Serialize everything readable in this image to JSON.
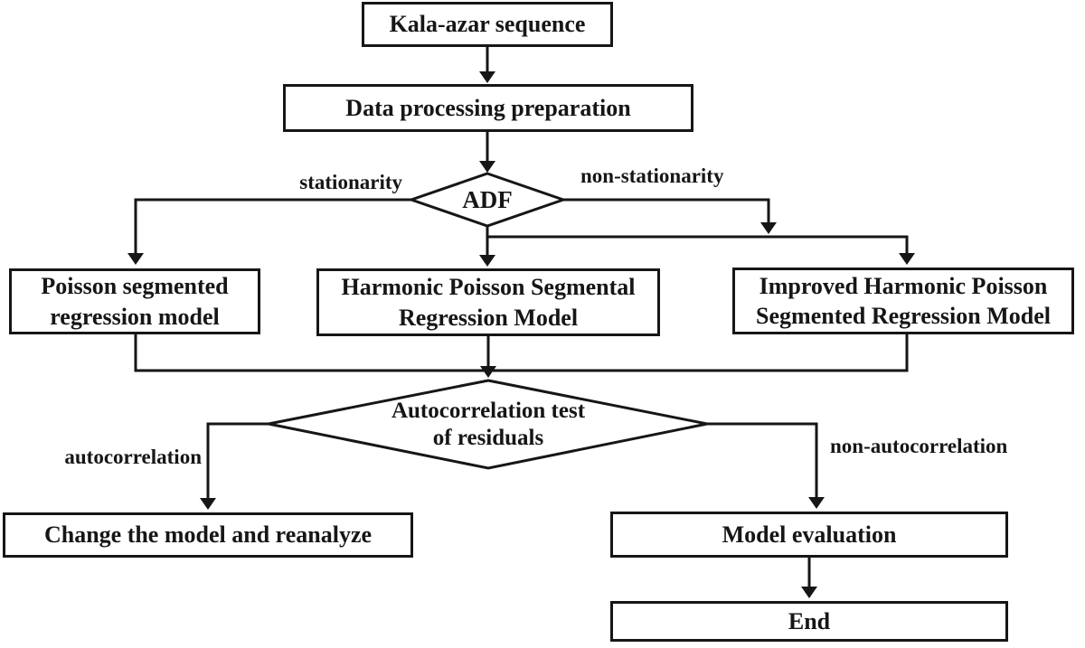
{
  "diagram": {
    "title_hint": "Kala-azar modeling flowchart",
    "colors": {
      "stroke": "#161616",
      "background": "#ffffff",
      "text": "#161616"
    },
    "nodes": {
      "kala_azar": {
        "shape": "rect",
        "label": "Kala-azar sequence"
      },
      "data_processing": {
        "shape": "rect",
        "label": "Data processing preparation"
      },
      "adf": {
        "shape": "diamond",
        "label": "ADF"
      },
      "poisson_segmented": {
        "shape": "rect",
        "lines": [
          "Poisson segmented",
          "regression model"
        ]
      },
      "harmonic_poisson": {
        "shape": "rect",
        "lines": [
          "Harmonic Poisson Segmental",
          "Regression Model"
        ]
      },
      "improved_harmonic": {
        "shape": "rect",
        "lines": [
          "Improved Harmonic Poisson",
          "Segmented Regression Model"
        ]
      },
      "autocorrelation_test": {
        "shape": "diamond",
        "lines": [
          "Autocorrelation test",
          "of residuals"
        ]
      },
      "change_model": {
        "shape": "rect",
        "label": "Change the model and reanalyze"
      },
      "model_evaluation": {
        "shape": "rect",
        "label": "Model evaluation"
      },
      "end": {
        "shape": "rect",
        "label": "End"
      }
    },
    "edge_labels": {
      "stationarity": "stationarity",
      "non_stationarity": "non-stationarity",
      "autocorrelation": "autocorrelation",
      "non_autocorrelation": "non-autocorrelation"
    }
  }
}
